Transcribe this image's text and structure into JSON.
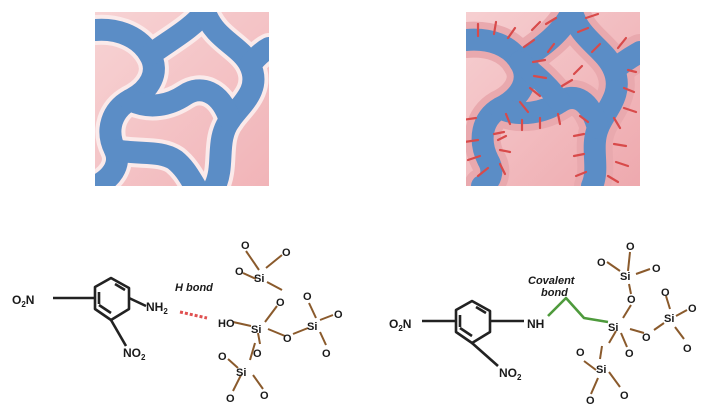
{
  "colors": {
    "polymer": "#5b8dc6",
    "matrix": "#f5c6c8",
    "interface_grafted": "#e9a9ae",
    "tether_ticks": "#d84a4a",
    "hbond_dash": "#e05050",
    "covalent_link": "#4e9a3c",
    "siloxane_bonds": "#8a5a2c"
  },
  "left_scheme": {
    "nh2": "NH2",
    "nh2_main": "NH",
    "nh2_sub": "2",
    "o2n_main": "O",
    "o2n_sub": "2",
    "o2n_tail": "N",
    "no2_main": "NO",
    "no2_sub": "2",
    "interaction_label": "H bond",
    "ho": "HO",
    "si": "Si",
    "o": "O"
  },
  "right_scheme": {
    "nh": "NH",
    "o2n_main": "O",
    "o2n_sub": "2",
    "o2n_tail": "N",
    "no2_main": "NO",
    "no2_sub": "2",
    "interaction_label_line1": "Covalent",
    "interaction_label_line2": "bond",
    "si": "Si",
    "o": "O"
  }
}
